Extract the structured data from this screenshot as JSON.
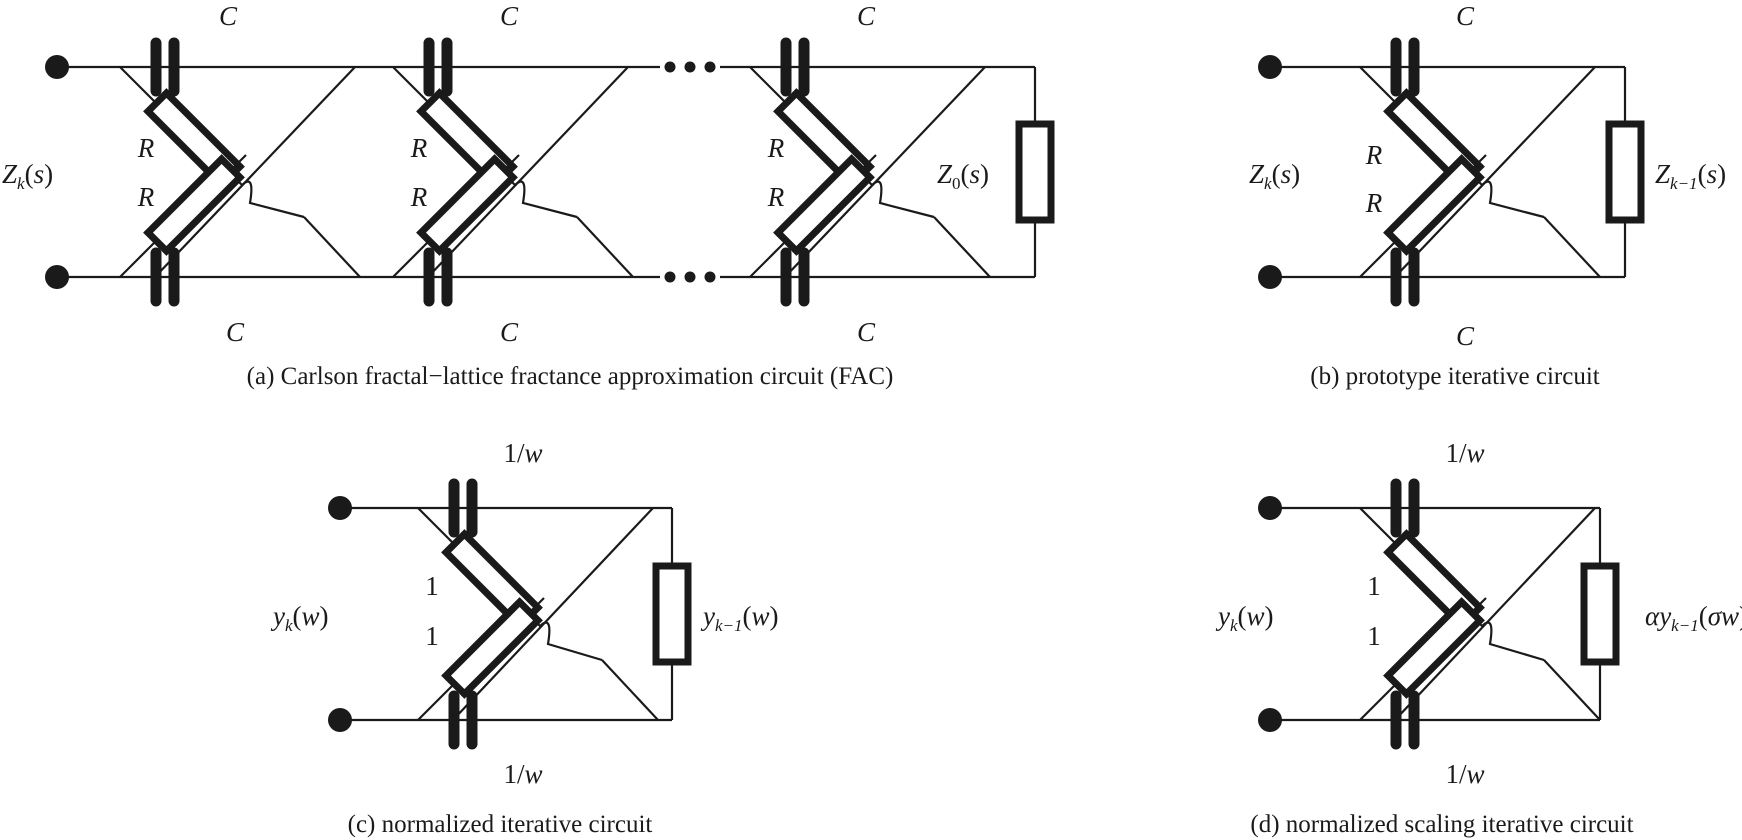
{
  "captions": {
    "a": "(a) Carlson fractal−lattice fractance approximation circuit (FAC)",
    "b": "(b) prototype iterative circuit",
    "c": "(c) normalized iterative circuit",
    "d": "(d) normalized scaling iterative circuit"
  },
  "labels": {
    "cap_c": "C",
    "res_r": "R",
    "cap_w_num": "1/",
    "cap_w_var": "w",
    "res_one": "1",
    "z_var": "Z",
    "z_sub_k": "k",
    "z_sub_k1": "k−1",
    "z_sub_0": "0",
    "s_arg": "(s)",
    "s_var": "s",
    "y_var": "y",
    "w_var": "w",
    "alpha": "α",
    "sigma": "σ",
    "paren_open": "(",
    "paren_close": ")"
  }
}
